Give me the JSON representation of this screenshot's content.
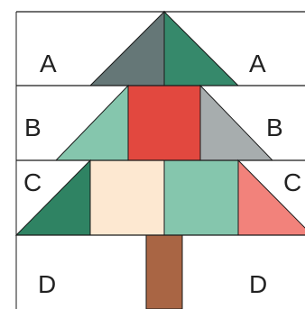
{
  "labels": {
    "a_left": "A",
    "a_right": "A",
    "b_left": "B",
    "b_right": "B",
    "c_left": "C",
    "c_right": "C",
    "d_left": "D",
    "d_right": "D"
  },
  "colors": {
    "slate": "#657777",
    "teal_dark": "#36896b",
    "mint": "#85c6ad",
    "red": "#e2483f",
    "gray": "#a7adae",
    "forest": "#2f8363",
    "cream": "#fde8d1",
    "salmon": "#f2827b",
    "brown": "#a96544"
  }
}
